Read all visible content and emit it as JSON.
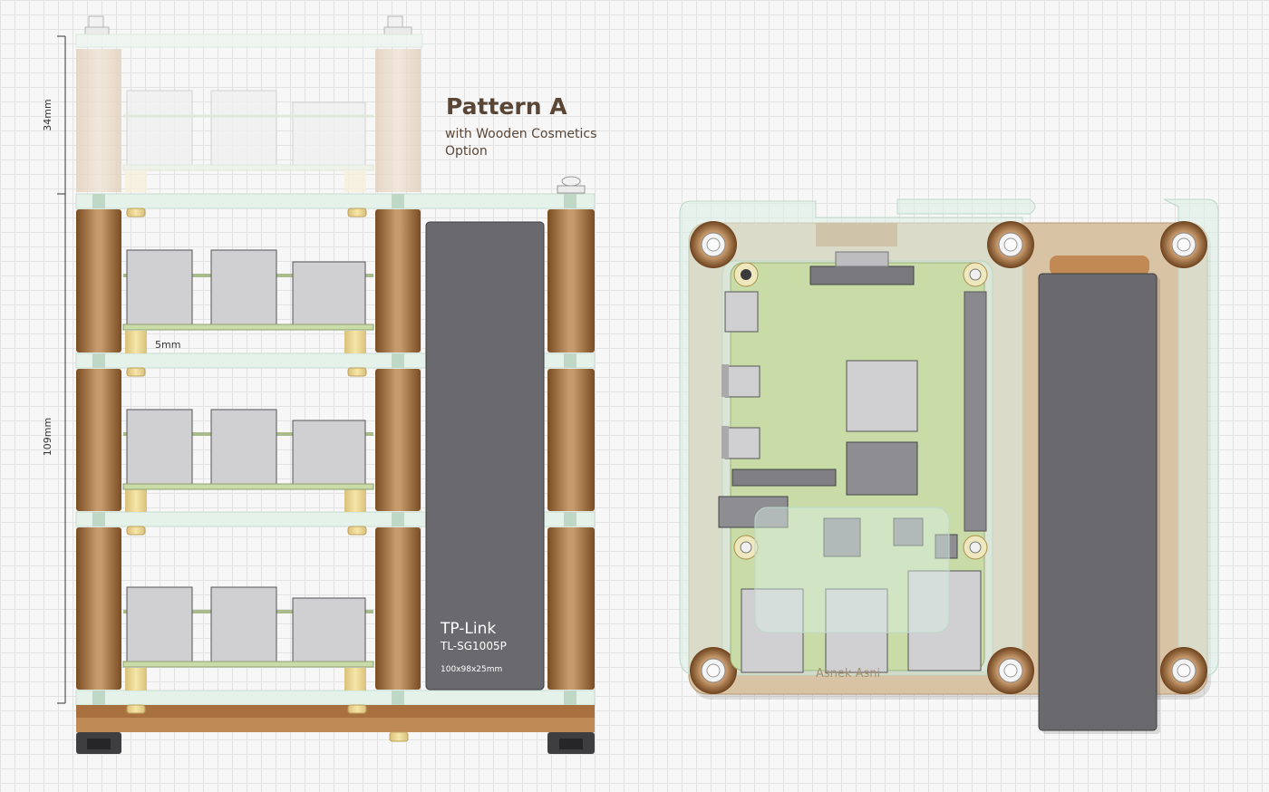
{
  "heading": {
    "title": "Pattern A",
    "subtitle_line1": "with Wooden Cosmetics",
    "subtitle_line2": "Option"
  },
  "dimensions": {
    "top_height": "34mm",
    "main_height": "109mm",
    "spacing": "5mm"
  },
  "switch": {
    "brand": "TP-Link",
    "model": "TL-SG1005P",
    "size": "100x98x25mm"
  },
  "top_view": {
    "engraving": "Asnek Asni"
  },
  "colors": {
    "wood_dark": "#7a4c22",
    "wood_light": "#c69a6c",
    "acrylic": "#dcefe6",
    "pcb": "#c9dca8",
    "switch_body": "#6a6a6e",
    "chip": "#9a9a9c"
  }
}
